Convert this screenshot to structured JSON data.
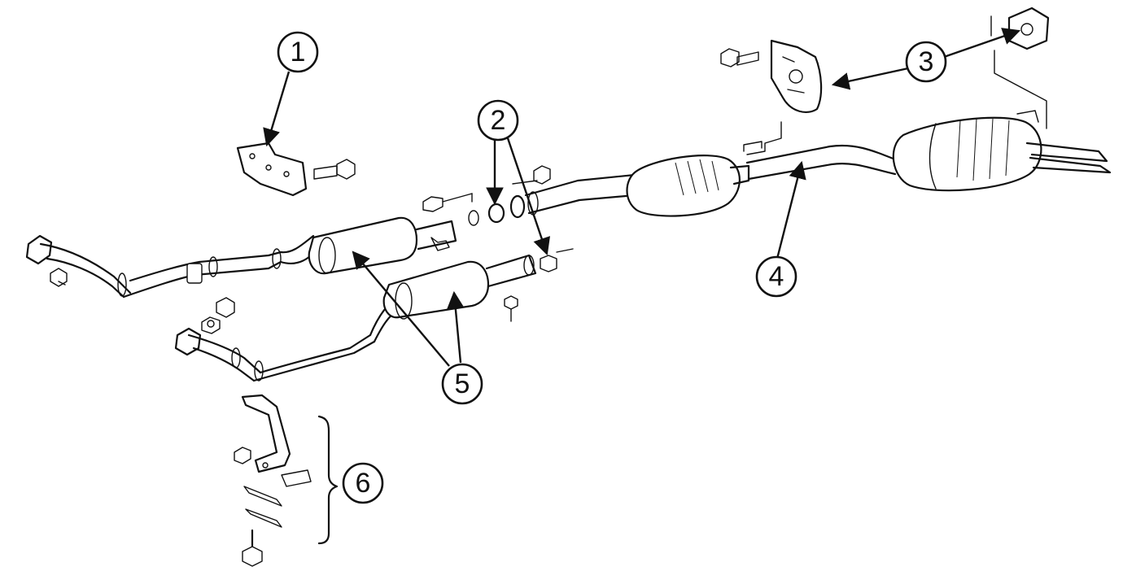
{
  "diagram": {
    "callouts": [
      {
        "id": "1",
        "label": "1"
      },
      {
        "id": "2",
        "label": "2"
      },
      {
        "id": "3",
        "label": "3"
      },
      {
        "id": "4",
        "label": "4"
      },
      {
        "id": "5",
        "label": "5"
      },
      {
        "id": "6",
        "label": "6"
      }
    ],
    "colors": {
      "ink": "#111111",
      "background": "#ffffff"
    }
  }
}
